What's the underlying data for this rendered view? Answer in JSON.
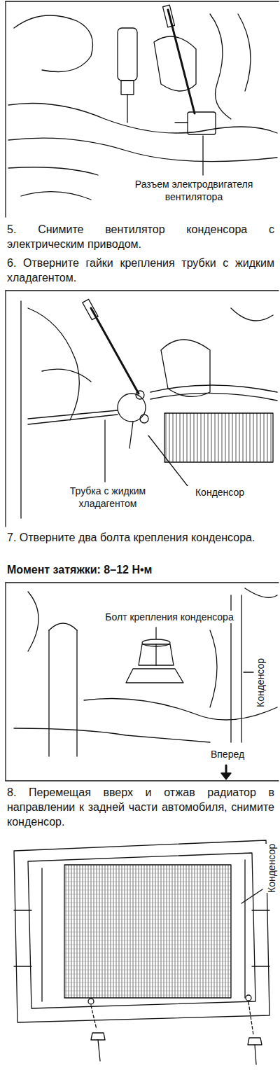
{
  "diagram": {
    "labels": [
      "Разъем электродвигателя вентилятора",
      "5. Снимите вентилятор конденсора с электрическим приводом.",
      "6. Отверните гайки крепления трубки с жидким хладагентом.",
      "Трубка с жидким хладагентом",
      "Конденсор",
      "7. Отверните два болта крепления конденсора.",
      "Момент затяжки: 8–12 Н•м",
      "Болт крепления конденсора",
      "Конденсор",
      "Вперед",
      "8. Перемещая вверх и отжав радиатор в направлении к задней части автомобиля, снимите конденсор.",
      "Конденсор"
    ]
  }
}
